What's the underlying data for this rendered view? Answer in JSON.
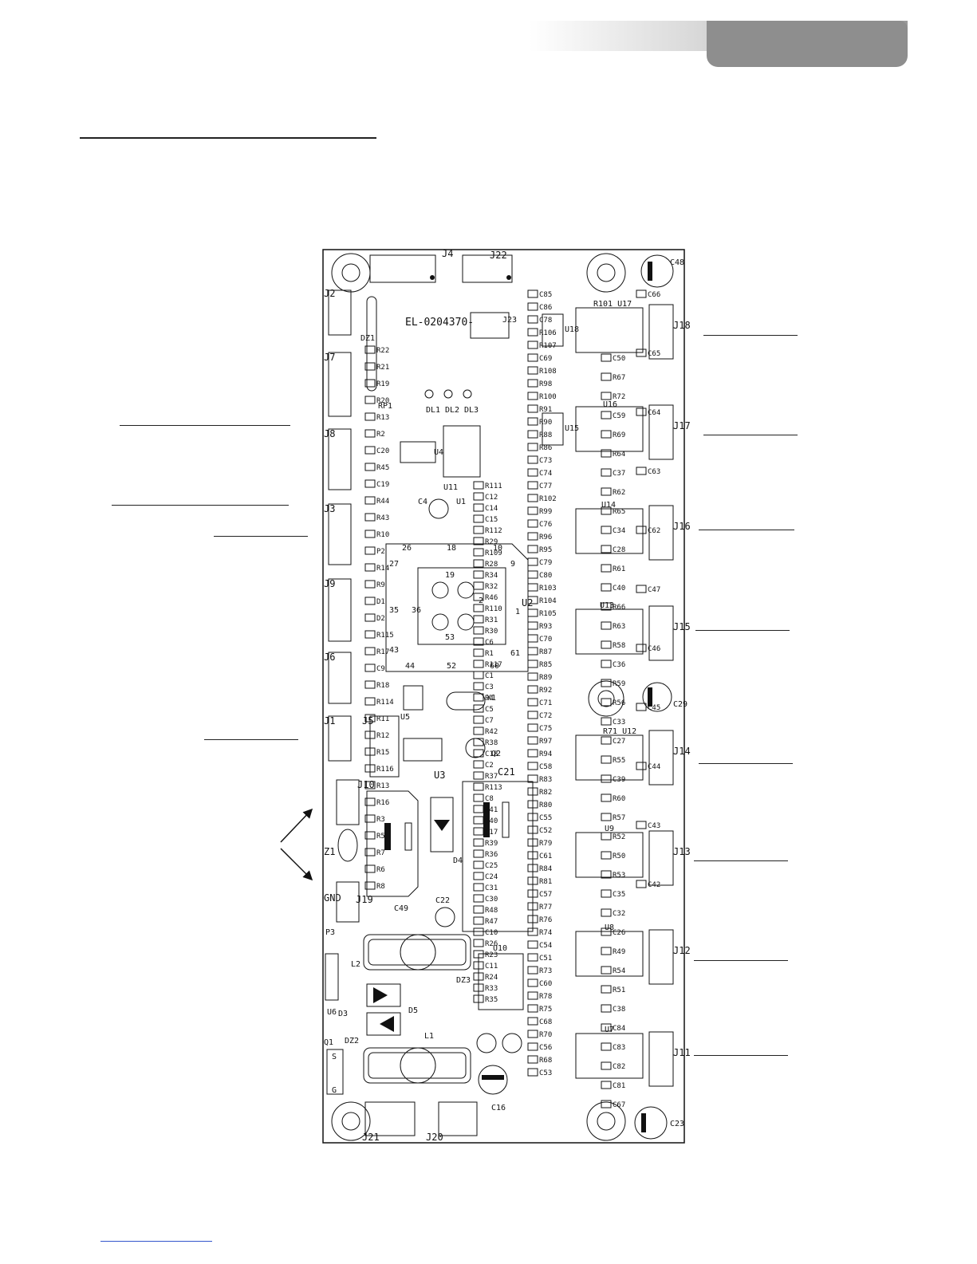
{
  "board": {
    "part_number": "EL-0204370-",
    "labels": {
      "J4": "J4",
      "J22": "J22",
      "J2": "J2",
      "J7": "J7",
      "J8": "J8",
      "J3": "J3",
      "J9": "J9",
      "J6": "J6",
      "J1": "J1",
      "J5": "J5",
      "J10": "J10",
      "J19": "J19",
      "J21": "J21",
      "J20": "J20",
      "J23": "J23",
      "J18": "J18",
      "J17": "J17",
      "J16": "J16",
      "J15": "J15",
      "J14": "J14",
      "J13": "J13",
      "J12": "J12",
      "J11": "J11",
      "U1": "U1",
      "U2": "U2",
      "U3": "U3",
      "U4": "U4",
      "U5": "U5",
      "U6": "U6",
      "U10": "U10",
      "U11": "U11",
      "U15": "U15",
      "U18": "U18",
      "U17": "R101 U17",
      "U16": "U16",
      "U14": "U14",
      "U13": "U13",
      "U12": "R71 U12",
      "U9": "U9",
      "U8": "U8",
      "U7": "U7",
      "C48": "C48",
      "C29": "C29",
      "C23": "C23",
      "C21": "C21",
      "C49": "C49",
      "C22": "C22",
      "C16": "C16",
      "C4": "C4",
      "L1": "L1",
      "L2": "L2",
      "D3": "D3",
      "D4": "D4",
      "D5": "D5",
      "DZ1": "DZ1",
      "DZ2": "DZ2",
      "DZ3": "DZ3",
      "Q1": "Q1",
      "Q2": "Q2",
      "X1": "X1",
      "P3": "P3",
      "RP1": "RP1",
      "Z1": "Z1",
      "GND": "GND",
      "DL1": "DL1",
      "DL2": "DL2",
      "DL3": "DL3",
      "S": "S",
      "G": "G"
    },
    "u2_pins": {
      "p26": "26",
      "p18": "18",
      "p10": "10",
      "p9": "9",
      "p27": "27",
      "p19": "19",
      "p2": "2",
      "p1": "1",
      "p36": "36",
      "p35": "35",
      "p53": "53",
      "p43": "43",
      "p44": "44",
      "p52": "52",
      "p60": "60",
      "p61": "61"
    },
    "left_parts": [
      "R22",
      "R21",
      "R19",
      "R20",
      "R13",
      "R2",
      "C20",
      "R45",
      "C19",
      "R44",
      "R43",
      "R10",
      "P2",
      "R14",
      "R9",
      "D1",
      "D2",
      "R115",
      "R17",
      "C9",
      "R18",
      "R114",
      "R11",
      "R12",
      "R15",
      "R116",
      "R13",
      "R16",
      "R3",
      "R5",
      "R7",
      "R6",
      "R8"
    ],
    "mid_parts": [
      "R111",
      "C12",
      "C14",
      "C15",
      "R112",
      "R29",
      "R109",
      "R28",
      "R34",
      "R32",
      "R46",
      "R110",
      "R31",
      "R30",
      "C6",
      "R1",
      "R117",
      "C1",
      "C3",
      "R4",
      "C5",
      "C7",
      "R42",
      "R38",
      "C18",
      "C2",
      "R37",
      "R113",
      "C8",
      "R41",
      "R40",
      "C17",
      "R39",
      "R36",
      "C25",
      "C24",
      "C31",
      "C30",
      "R48",
      "R47",
      "C10",
      "R26",
      "R23",
      "C11",
      "R24",
      "R33",
      "R35"
    ],
    "right_parts": [
      "C85",
      "C86",
      "C78",
      "R106",
      "R107",
      "C69",
      "R108",
      "R98",
      "R100",
      "R91",
      "R90",
      "R88",
      "R86",
      "C73",
      "C74",
      "C77",
      "R102",
      "R99",
      "C76",
      "R96",
      "R95",
      "C79",
      "C80",
      "R103",
      "R104",
      "R105",
      "R93",
      "C70",
      "R87",
      "R85",
      "R89",
      "R92",
      "C71",
      "C72",
      "C75",
      "R97",
      "R94",
      "C58",
      "R83",
      "R82",
      "R80",
      "C55",
      "C52",
      "R79",
      "C61",
      "R84",
      "R81",
      "C57",
      "R77",
      "R76",
      "R74",
      "C54",
      "C51",
      "R73",
      "C60",
      "R78",
      "R75",
      "C68",
      "R70",
      "C56",
      "R68",
      "C53",
      "C50",
      "R67",
      "R72",
      "C59",
      "R69",
      "R64",
      "C37",
      "R62",
      "R65",
      "C34",
      "C28",
      "R61",
      "C40",
      "R66",
      "R63",
      "R58",
      "C36",
      "R59",
      "R56",
      "C33",
      "C27",
      "R55",
      "C39",
      "R60",
      "R57",
      "R52",
      "R50",
      "R53",
      "C35",
      "C32",
      "C26",
      "R49",
      "R54",
      "R51",
      "C38",
      "C84",
      "C83",
      "C82",
      "C81",
      "C67",
      "C66",
      "C65",
      "C64",
      "C63",
      "C62",
      "C47",
      "C46",
      "C45",
      "C44",
      "C43",
      "C42"
    ]
  },
  "colors": {
    "ink": "#111111",
    "header_dark": "#8e8e8e",
    "link": "#3355cc"
  }
}
